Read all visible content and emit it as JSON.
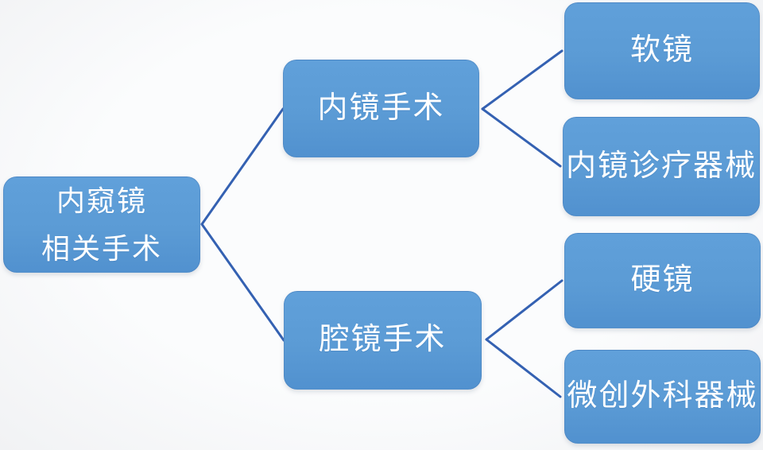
{
  "theme": {
    "background_color": "#f6f7f8",
    "node_fill_color": "#5b9bd5",
    "connector_color": "#3461b2",
    "node_text_color": "#ffffff"
  },
  "diagram": {
    "type": "tree",
    "direction": "left-to-right",
    "nodes": {
      "root": {
        "line1": "内窥镜",
        "line2": "相关手术"
      },
      "mid_top": {
        "label": "内镜手术"
      },
      "mid_bottom": {
        "label": "腔镜手术"
      },
      "leaf_soft": {
        "label": "软镜"
      },
      "leaf_endo_instruments": {
        "label": "内镜诊疗器械"
      },
      "leaf_rigid": {
        "label": "硬镜"
      },
      "leaf_mis_instruments": {
        "label": "微创外科器械"
      }
    },
    "hierarchy": {
      "label": "内窥镜相关手术",
      "children": [
        {
          "label": "内镜手术",
          "children": [
            {
              "label": "软镜"
            },
            {
              "label": "内镜诊疗器械"
            }
          ]
        },
        {
          "label": "腔镜手术",
          "children": [
            {
              "label": "硬镜"
            },
            {
              "label": "微创外科器械"
            }
          ]
        }
      ]
    }
  }
}
